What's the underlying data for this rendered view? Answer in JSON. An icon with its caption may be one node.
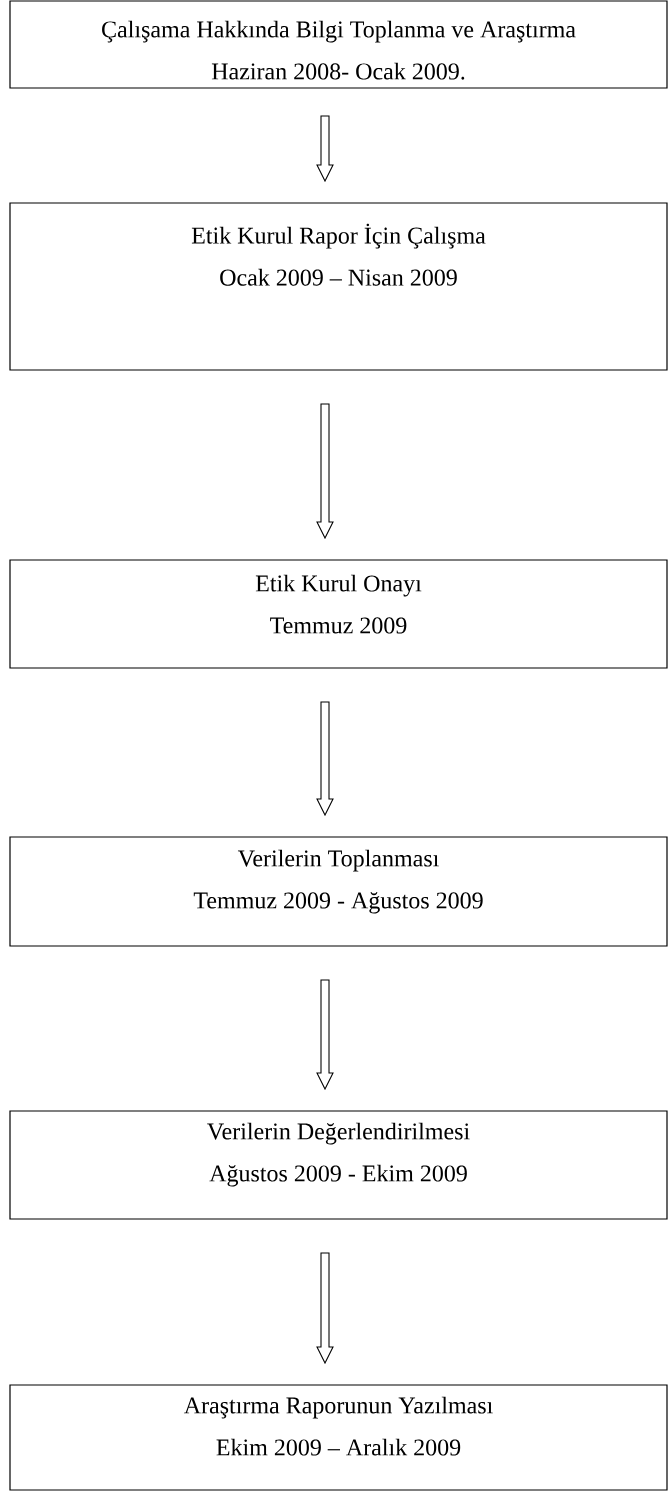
{
  "diagram": {
    "nodes": [
      {
        "text": [
          "Çalışama Hakkında Bilgi Toplanma ve Araştırma",
          "Haziran 2008- Ocak 2009."
        ]
      },
      {
        "text": [
          "Etik Kurul Rapor İçin Çalışma",
          "Ocak 2009 – Nisan 2009"
        ]
      },
      {
        "text": [
          "Etik Kurul Onayı",
          "Temmuz 2009"
        ]
      },
      {
        "text": [
          "Verilerin Toplanması",
          "Temmuz 2009 - Ağustos 2009"
        ]
      },
      {
        "text": [
          "Verilerin Değerlendirilmesi",
          "Ağustos 2009 - Ekim 2009"
        ]
      },
      {
        "text": [
          "Araştırma Raporunun Yazılması",
          "Ekim  2009 – Aralık 2009"
        ]
      }
    ],
    "edges": [
      {
        "from": 0,
        "to": 1,
        "arrow": "to"
      },
      {
        "from": 1,
        "to": 2,
        "arrow": "to"
      },
      {
        "from": 2,
        "to": 3,
        "arrow": "to"
      },
      {
        "from": 3,
        "to": 4,
        "arrow": "to"
      },
      {
        "from": 4,
        "to": 5,
        "arrow": "to"
      }
    ]
  }
}
